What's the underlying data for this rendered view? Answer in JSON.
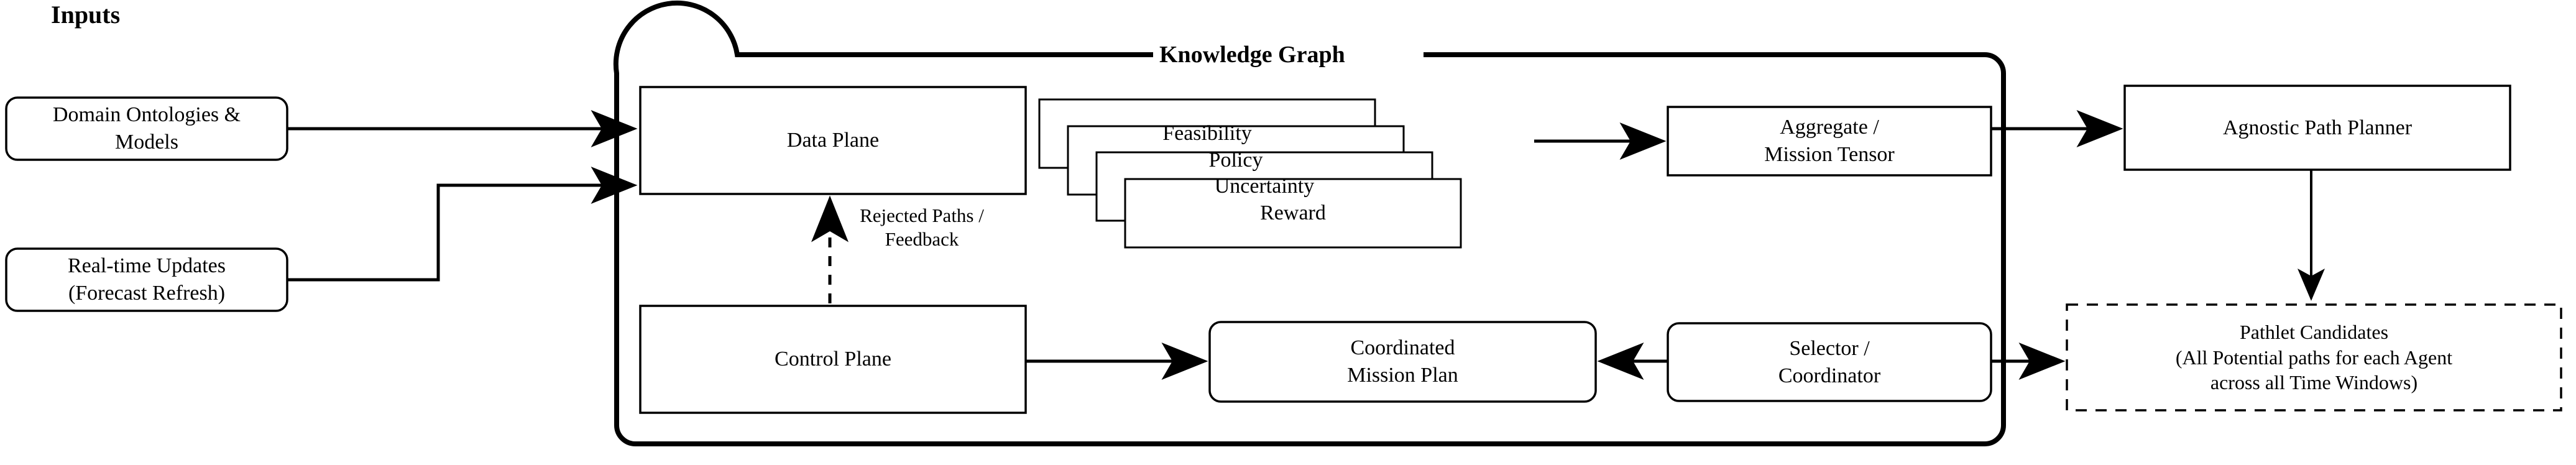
{
  "diagram": {
    "title_inputs": "Inputs",
    "container_title": "Knowledge Graph",
    "inputs": [
      {
        "id": "domain-ontologies",
        "label": "Domain Ontologies &\nModels"
      },
      {
        "id": "realtime-updates",
        "label": "Real-time Updates\n(Forecast Refresh)"
      }
    ],
    "kg_nodes": [
      {
        "id": "data-plane",
        "label": "Data Plane"
      },
      {
        "id": "control-plane",
        "label": "Control Plane"
      },
      {
        "id": "aggregate-mission-tensor",
        "label": "Aggregate /\nMission Tensor"
      },
      {
        "id": "coordinated-mission-plan",
        "label": "Coordinated\nMission Plan"
      },
      {
        "id": "selector-coordinator",
        "label": "Selector /\nCoordinator"
      }
    ],
    "stacked_cards": [
      {
        "id": "feasibility",
        "label": "Feasibility"
      },
      {
        "id": "policy",
        "label": "Policy"
      },
      {
        "id": "uncertainty",
        "label": "Uncertainty"
      },
      {
        "id": "reward",
        "label": "Reward"
      }
    ],
    "outputs": [
      {
        "id": "agnostic-path-planner",
        "label": "Agnostic Path Planner"
      },
      {
        "id": "pathlet-candidates",
        "label": "Pathlet Candidates\n(All Potential paths for each Agent\nacross all Time Windows)"
      }
    ],
    "edge_labels": [
      {
        "id": "rejected-paths-feedback",
        "label": "Rejected Paths /\nFeedback"
      }
    ],
    "colors": {
      "stroke": "#000000",
      "fill": "#ffffff",
      "background": "#ffffff"
    }
  }
}
